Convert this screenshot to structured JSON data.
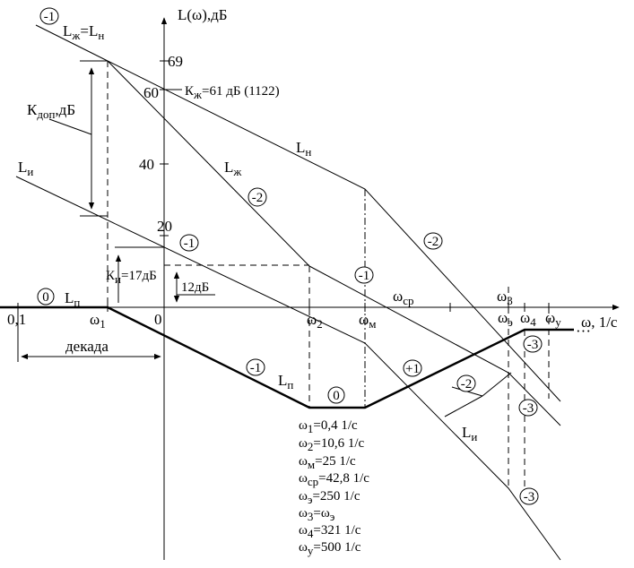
{
  "axes": {
    "y_label": "L(ω),дБ",
    "x_label": "ω, 1/с",
    "x_dots": "···",
    "y_ticks": [
      "69",
      "60",
      "40",
      "20"
    ],
    "x_ticks": {
      "left": "0,1",
      "w1": "ω",
      "w1_sub": "1",
      "zero": "0",
      "w2": "ω",
      "w2_sub": "2",
      "wm": "ω",
      "wm_sub": "м",
      "wcp": "ω",
      "wcp_sub": "ср",
      "w3": "ω",
      "w3_sub": "3",
      "we": "ω",
      "we_sub": "э",
      "w4": "ω",
      "w4_sub": "4",
      "wy": "ω",
      "wy_sub": "у"
    }
  },
  "labels": {
    "lzh_eq_ln": {
      "a": "L",
      "a_sub": "ж",
      "eq": "=L",
      "b_sub": "н"
    },
    "kzh": {
      "a": "К",
      "a_sub": "ж",
      "rest": "=61 дБ (1122)"
    },
    "ln": {
      "a": "L",
      "a_sub": "н"
    },
    "lzh": {
      "a": "L",
      "a_sub": "ж"
    },
    "kdop": {
      "a": "К",
      "a_sub": "доп",
      "rest": ",дБ"
    },
    "li_left": {
      "a": "L",
      "a_sub": "и"
    },
    "li_right": {
      "a": "L",
      "a_sub": "и"
    },
    "ki": {
      "a": "К",
      "a_sub": "и",
      "rest": "=17дБ"
    },
    "db12": "12дБ",
    "lp_left": {
      "a": "L",
      "a_sub": "п"
    },
    "lp_bottom": {
      "a": "L",
      "a_sub": "п"
    },
    "dekada": "декада"
  },
  "slope_marks": [
    {
      "id": "m1-top",
      "text": "-1"
    },
    {
      "id": "m0-left",
      "text": "0"
    },
    {
      "id": "m2-lzh",
      "text": "-2"
    },
    {
      "id": "m1-li",
      "text": "-1"
    },
    {
      "id": "m1-ln",
      "text": "-1"
    },
    {
      "id": "m2-ln",
      "text": "-2"
    },
    {
      "id": "m1-lp",
      "text": "-1"
    },
    {
      "id": "m0-bottom",
      "text": "0"
    },
    {
      "id": "p1-rise",
      "text": "+1"
    },
    {
      "id": "m2-right",
      "text": "-2"
    },
    {
      "id": "m3-a",
      "text": "-3"
    },
    {
      "id": "m3-b",
      "text": "-3"
    },
    {
      "id": "m3-c",
      "text": "-3"
    }
  ],
  "legend": [
    {
      "sym": "ω",
      "sub": "1",
      "rest": "=0,4  1/с"
    },
    {
      "sym": "ω",
      "sub": "2",
      "rest": "=10,6  1/с"
    },
    {
      "sym": "ω",
      "sub": "м",
      "rest": "=25  1/с"
    },
    {
      "sym": "ω",
      "sub": "ср",
      "rest": "=42,8 1/с"
    },
    {
      "sym": "ω",
      "sub": "э",
      "rest": "=250 1/с"
    },
    {
      "sym": "ω",
      "sub": "3",
      "rest": "=ω",
      "sub2": "э"
    },
    {
      "sym": "ω",
      "sub": "4",
      "rest": "=321 1/с"
    },
    {
      "sym": "ω",
      "sub": "у",
      "rest": "=500 1/с"
    }
  ]
}
